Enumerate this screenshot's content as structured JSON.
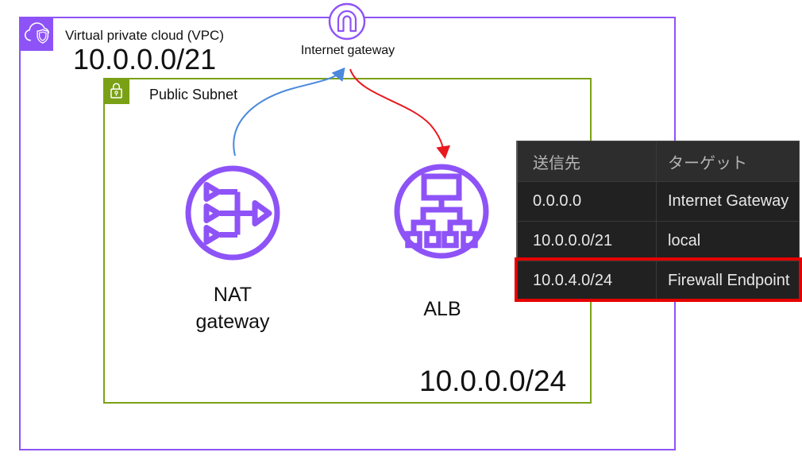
{
  "vpc": {
    "label": "Virtual private cloud (VPC)",
    "cidr": "10.0.0.0/21"
  },
  "internet_gateway": {
    "label": "Internet gateway"
  },
  "subnet": {
    "label": "Public Subnet",
    "cidr": "10.0.0.0/24"
  },
  "nat_gateway": {
    "label_line1": "NAT",
    "label_line2": "gateway"
  },
  "alb": {
    "label": "ALB"
  },
  "route_table": {
    "headers": [
      "送信先",
      "ターゲット"
    ],
    "rows": [
      {
        "destination": "0.0.0.0",
        "target": "Internet Gateway",
        "highlighted": false
      },
      {
        "destination": "10.0.0.0/21",
        "target": "local",
        "highlighted": false
      },
      {
        "destination": "10.0.4.0/24",
        "target": "Firewall Endpoint",
        "highlighted": true
      }
    ]
  },
  "icons": [
    "vpc-cloud-shield-icon",
    "subnet-lock-icon",
    "internet-gateway-icon",
    "nat-gateway-icon",
    "alb-icon"
  ],
  "colors": {
    "vpc_purple": "#8E53F7",
    "subnet_green": "#7AA116",
    "arrow_blue": "#4A89DC",
    "arrow_red": "#E8191F",
    "highlight_red": "#E60000",
    "table_header_bg": "#2D2D2D",
    "table_row_bg": "#212121"
  }
}
